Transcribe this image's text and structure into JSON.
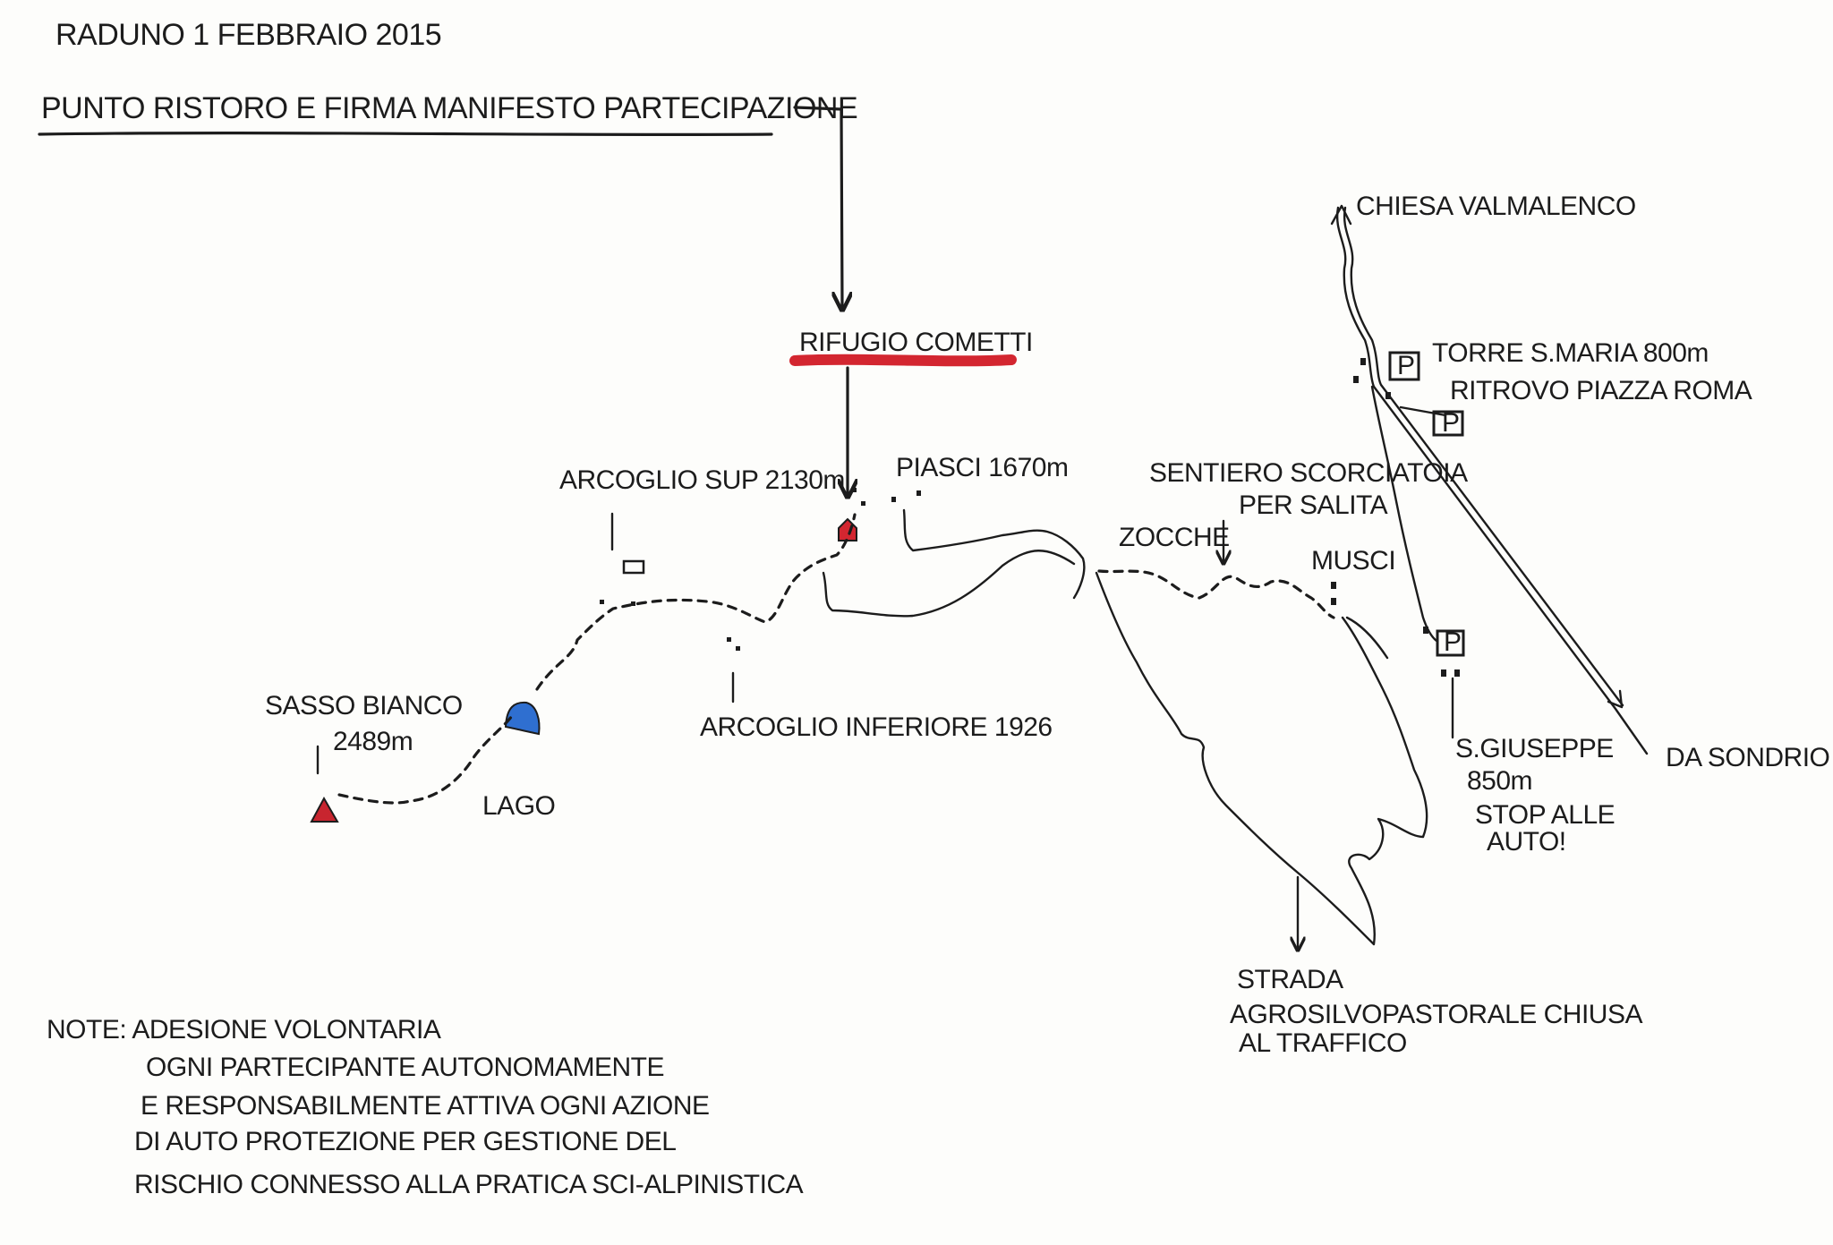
{
  "title": "RADUNO 1 FEBBRAIO 2015",
  "subtitle": "PUNTO RISTORO E FIRMA MANIFESTO PARTECIPAZIONE",
  "colors": {
    "refuge": "#d32630",
    "lake": "#2f6fd0",
    "summit": "#c8252f",
    "ink": "#1c1c1c"
  },
  "places": {
    "rifugio": "RIFUGIO COMETTI",
    "piasci": "PIASCI 1670m",
    "arcoglio_sup": "ARCOGLIO SUP 2130m",
    "arcoglio_inf": "ARCOGLIO INFERIORE 1926",
    "sasso_1": "SASSO BIANCO",
    "sasso_2": "2489m",
    "lago": "LAGO",
    "zocche": "ZOCCHE",
    "sentiero_1": "SENTIERO SCORCIATOIA",
    "sentiero_2": "PER SALITA",
    "musci": "MUSCI",
    "chiesa": "CHIESA VALMALENCO",
    "torre": "TORRE S.MARIA  800m",
    "ritrovo": "RITROVO PIAZZA ROMA",
    "parking": "P",
    "giuseppe_1": "S.GIUSEPPE",
    "giuseppe_2": "850m",
    "giuseppe_3": "STOP ALLE",
    "giuseppe_4": "AUTO!",
    "sondrio": "DA SONDRIO",
    "strada_1": "STRADA",
    "strada_2": "AGROSILVOPASTORALE CHIUSA",
    "strada_3": "AL TRAFFICO"
  },
  "notes": [
    "NOTE: ADESIONE VOLONTARIA",
    "OGNI PARTECIPANTE AUTONOMAMENTE",
    "E RESPONSABILMENTE ATTIVA OGNI AZIONE",
    "DI AUTO PROTEZIONE PER GESTIONE DEL",
    "RISCHIO CONNESSO ALLA PRATICA SCI-ALPINISTICA"
  ]
}
